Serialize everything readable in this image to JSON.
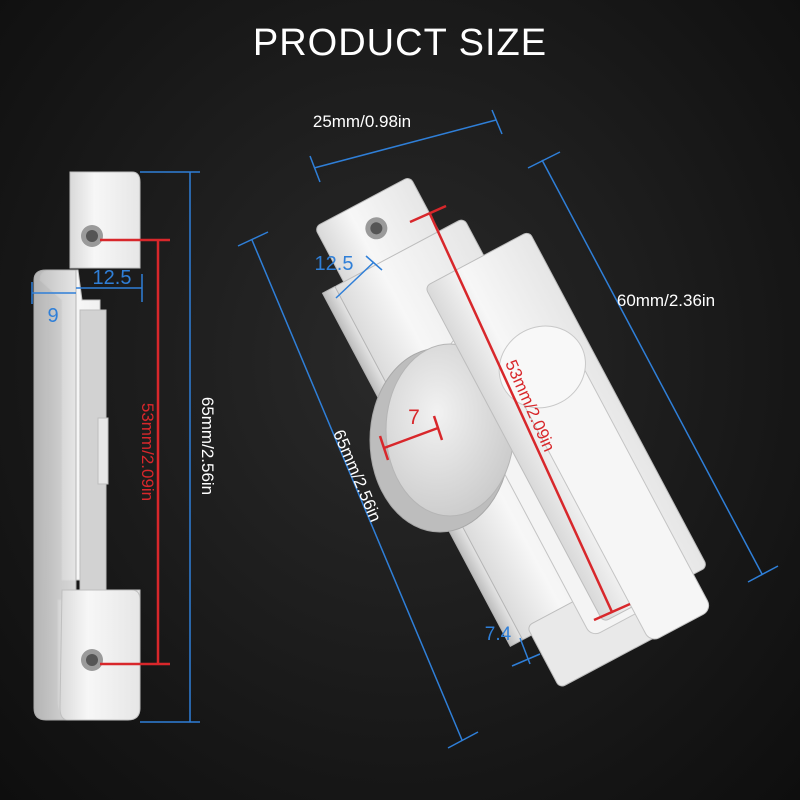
{
  "title": "PRODUCT SIZE",
  "colors": {
    "background": "#141414",
    "dimension_blue": "#2f7fd8",
    "dimension_red": "#d8272b",
    "label_white": "#ffffff",
    "part_white": "#f2f2f2"
  },
  "left_part": {
    "width_top": "12.5",
    "width_body": "9",
    "hole_spacing": "53mm/2.09in",
    "total_length": "65mm/2.56in"
  },
  "right_part": {
    "width": "25mm/0.98in",
    "height": "60mm/2.36in",
    "length": "65mm/2.56in",
    "hole_spacing": "53mm/2.09in",
    "side_width": "12.5",
    "cam_offset": "7",
    "bottom_step": "7.4"
  }
}
